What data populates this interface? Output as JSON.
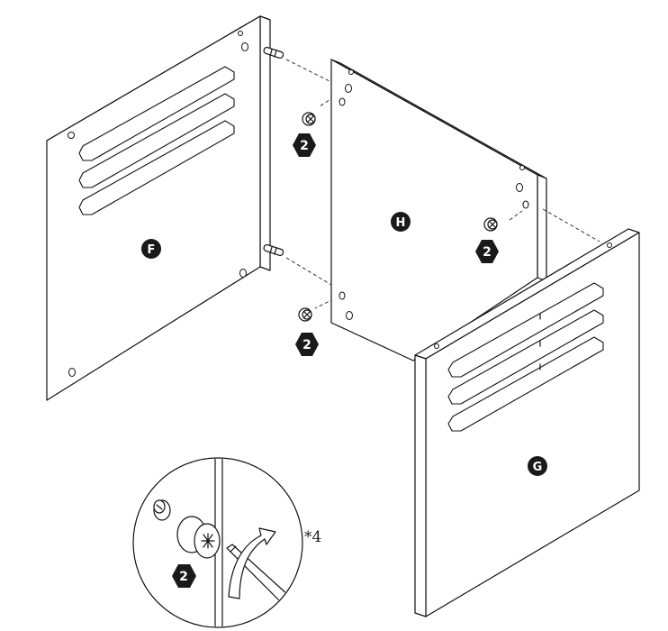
{
  "diagram": {
    "panels": [
      {
        "id": "panel-f",
        "label": "F"
      },
      {
        "id": "panel-h",
        "label": "H"
      },
      {
        "id": "panel-g",
        "label": "G"
      }
    ],
    "quantity_badges": [
      {
        "id": "qty-top-left",
        "value": "2"
      },
      {
        "id": "qty-bottom-left",
        "value": "2"
      },
      {
        "id": "qty-right",
        "value": "2"
      },
      {
        "id": "qty-detail",
        "value": "2"
      }
    ],
    "detail_multiplier": "*4",
    "colors": {
      "line": "#111111",
      "badge_fill": "#1a1a1a",
      "badge_text": "#ffffff",
      "background": "#ffffff"
    },
    "icons": [
      "cam-lock-icon",
      "dowel-pin-icon",
      "screwdriver-icon",
      "rotate-arrow-icon"
    ]
  }
}
